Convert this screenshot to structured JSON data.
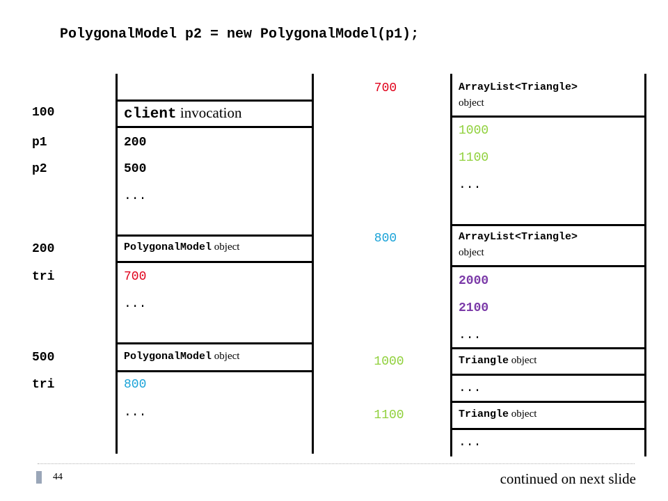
{
  "code_line": "PolygonalModel p2 = new PolygonalModel(p1);",
  "colors": {
    "red": "#e0001a",
    "cyan": "#1aa3d8",
    "green": "#8fd03a",
    "purple": "#7b3aa8"
  },
  "left": {
    "client": {
      "addr": "100",
      "kw": "client",
      "label": " invocation"
    },
    "p1": {
      "name": "p1",
      "value": "200"
    },
    "p2": {
      "name": "p2",
      "value": "500"
    },
    "client_ellipsis": "...",
    "obj200": {
      "addr": "200",
      "kw": "PolygonalModel",
      "label": " object",
      "field": "tri",
      "value": "700",
      "ellipsis": "..."
    },
    "obj500": {
      "addr": "500",
      "kw": "PolygonalModel",
      "label": " object",
      "field": "tri",
      "value": "800",
      "ellipsis": "..."
    }
  },
  "right": {
    "list700": {
      "addr": "700",
      "kw": "ArrayList<Triangle>",
      "label": "object",
      "items": [
        "1000",
        "1100"
      ],
      "ellipsis": "..."
    },
    "list800": {
      "addr": "800",
      "kw": "ArrayList<Triangle>",
      "label": "object",
      "items": [
        "2000",
        "2100"
      ],
      "ellipsis": "..."
    },
    "tri1000": {
      "addr": "1000",
      "kw": "Triangle",
      "label": " object",
      "ellipsis": "..."
    },
    "tri1100": {
      "addr": "1100",
      "kw": "Triangle",
      "label": " object",
      "ellipsis": "..."
    }
  },
  "footer": {
    "page": "44",
    "continued": "continued on next slide"
  }
}
